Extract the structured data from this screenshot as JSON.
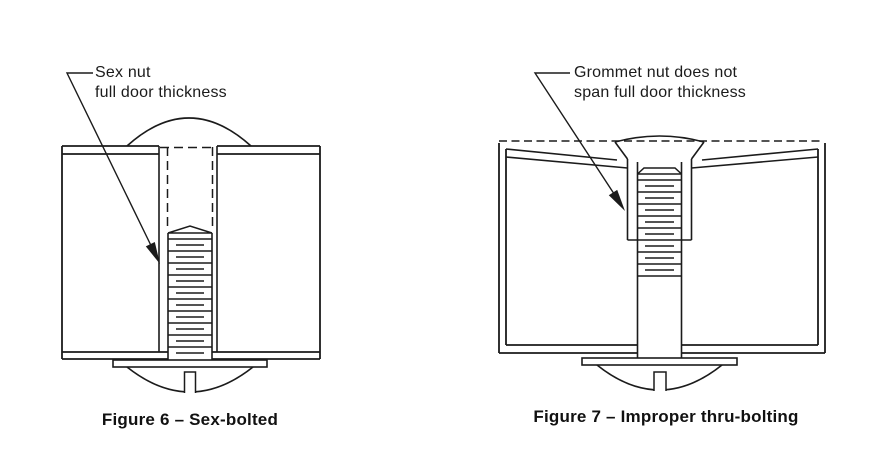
{
  "figures": [
    {
      "id": "figure-6",
      "callout_line1": "Sex nut",
      "callout_line2": "full door thickness",
      "caption": "Figure 6 – Sex-bolted"
    },
    {
      "id": "figure-7",
      "callout_line1": "Grommet nut does not",
      "callout_line2": "span full door thickness",
      "caption": "Figure 7 – Improper thru-bolting"
    }
  ],
  "colors": {
    "line": "#1b1b1b",
    "background": "#ffffff"
  }
}
